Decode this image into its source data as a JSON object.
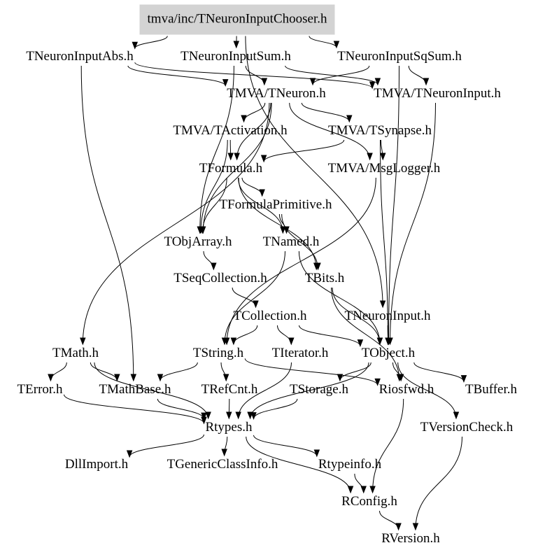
{
  "graph": {
    "title": "tmva/inc/TNeuronInputChooser.h",
    "root_color": "#d3d3d3",
    "nodes": [
      {
        "id": "root",
        "label": "tmva/inc/TNeuronInputChooser.h",
        "highlight": true
      },
      {
        "id": "abs",
        "label": "TNeuronInputAbs.h"
      },
      {
        "id": "sum",
        "label": "TNeuronInputSum.h"
      },
      {
        "id": "sqsum",
        "label": "TNeuronInputSqSum.h"
      },
      {
        "id": "tneuron",
        "label": "TMVA/TNeuron.h"
      },
      {
        "id": "tneuroninput_tmva",
        "label": "TMVA/TNeuronInput.h"
      },
      {
        "id": "tactivation",
        "label": "TMVA/TActivation.h"
      },
      {
        "id": "tsynapse",
        "label": "TMVA/TSynapse.h"
      },
      {
        "id": "tformula",
        "label": "TFormula.h"
      },
      {
        "id": "msglogger",
        "label": "TMVA/MsgLogger.h"
      },
      {
        "id": "tformulaprim",
        "label": "TFormulaPrimitive.h"
      },
      {
        "id": "tobjarray",
        "label": "TObjArray.h"
      },
      {
        "id": "tnamed",
        "label": "TNamed.h"
      },
      {
        "id": "tseqcoll",
        "label": "TSeqCollection.h"
      },
      {
        "id": "tbits",
        "label": "TBits.h"
      },
      {
        "id": "tcollection",
        "label": "TCollection.h"
      },
      {
        "id": "tneuroninput",
        "label": "TNeuronInput.h"
      },
      {
        "id": "tmath",
        "label": "TMath.h"
      },
      {
        "id": "tstring",
        "label": "TString.h"
      },
      {
        "id": "titerator",
        "label": "TIterator.h"
      },
      {
        "id": "tobject",
        "label": "TObject.h"
      },
      {
        "id": "terror",
        "label": "TError.h"
      },
      {
        "id": "tmathbase",
        "label": "TMathBase.h"
      },
      {
        "id": "trefcnt",
        "label": "TRefCnt.h"
      },
      {
        "id": "tstorage",
        "label": "TStorage.h"
      },
      {
        "id": "riosfwd",
        "label": "Riosfwd.h"
      },
      {
        "id": "tbuffer",
        "label": "TBuffer.h"
      },
      {
        "id": "tversioncheck",
        "label": "TVersionCheck.h"
      },
      {
        "id": "rtypes",
        "label": "Rtypes.h"
      },
      {
        "id": "dllimport",
        "label": "DllImport.h"
      },
      {
        "id": "tgenericclassinfo",
        "label": "TGenericClassInfo.h"
      },
      {
        "id": "rtypeinfo",
        "label": "Rtypeinfo.h"
      },
      {
        "id": "rconfig",
        "label": "RConfig.h"
      },
      {
        "id": "rversion",
        "label": "RVersion.h"
      }
    ],
    "edges": [
      [
        "root",
        "abs"
      ],
      [
        "root",
        "sum"
      ],
      [
        "root",
        "sqsum"
      ],
      [
        "root",
        "tneuroninput"
      ],
      [
        "abs",
        "tneuron"
      ],
      [
        "abs",
        "tneuroninput_tmva"
      ],
      [
        "abs",
        "tmathbase"
      ],
      [
        "sum",
        "tneuron"
      ],
      [
        "sum",
        "tneuroninput_tmva"
      ],
      [
        "sum",
        "tobjarray"
      ],
      [
        "sqsum",
        "tneuron"
      ],
      [
        "sqsum",
        "tneuroninput_tmva"
      ],
      [
        "sqsum",
        "tobject"
      ],
      [
        "tneuron",
        "tactivation"
      ],
      [
        "tneuron",
        "tsynapse"
      ],
      [
        "tneuron",
        "tformula"
      ],
      [
        "tneuron",
        "msglogger"
      ],
      [
        "tneuron",
        "tobjarray"
      ],
      [
        "tneuron",
        "tmath"
      ],
      [
        "tneuroninput_tmva",
        "tobject"
      ],
      [
        "tactivation",
        "tformula"
      ],
      [
        "tactivation",
        "tobjarray"
      ],
      [
        "tsynapse",
        "tformula"
      ],
      [
        "tsynapse",
        "msglogger"
      ],
      [
        "tsynapse",
        "tobject"
      ],
      [
        "tformula",
        "tformulaprim"
      ],
      [
        "tformula",
        "tobjarray"
      ],
      [
        "tformula",
        "tbits"
      ],
      [
        "tformula",
        "tnamed"
      ],
      [
        "tformulaprim",
        "tnamed"
      ],
      [
        "tformulaprim",
        "tbits"
      ],
      [
        "msglogger",
        "tstring"
      ],
      [
        "tobjarray",
        "tseqcoll"
      ],
      [
        "tnamed",
        "tobject"
      ],
      [
        "tnamed",
        "tstring"
      ],
      [
        "tseqcoll",
        "tcollection"
      ],
      [
        "tbits",
        "tobject"
      ],
      [
        "tbits",
        "riosfwd"
      ],
      [
        "tcollection",
        "tstring"
      ],
      [
        "tcollection",
        "titerator"
      ],
      [
        "tcollection",
        "tobject"
      ],
      [
        "tneuroninput",
        "tobject"
      ],
      [
        "tmath",
        "terror"
      ],
      [
        "tmath",
        "tmathbase"
      ],
      [
        "tmath",
        "rtypes"
      ],
      [
        "tstring",
        "tmathbase"
      ],
      [
        "tstring",
        "trefcnt"
      ],
      [
        "tstring",
        "riosfwd"
      ],
      [
        "titerator",
        "rtypes"
      ],
      [
        "tobject",
        "riosfwd"
      ],
      [
        "tobject",
        "tbuffer"
      ],
      [
        "tobject",
        "tstorage"
      ],
      [
        "tobject",
        "rtypes"
      ],
      [
        "tobject",
        "tversioncheck"
      ],
      [
        "terror",
        "rtypes"
      ],
      [
        "tmathbase",
        "rtypes"
      ],
      [
        "trefcnt",
        "rtypes"
      ],
      [
        "tstorage",
        "rtypes"
      ],
      [
        "riosfwd",
        "rconfig"
      ],
      [
        "tversioncheck",
        "rversion"
      ],
      [
        "rtypes",
        "dllimport"
      ],
      [
        "rtypes",
        "tgenericclassinfo"
      ],
      [
        "rtypes",
        "rtypeinfo"
      ],
      [
        "rtypes",
        "rconfig"
      ],
      [
        "rtypeinfo",
        "rconfig"
      ],
      [
        "rconfig",
        "rversion"
      ]
    ]
  }
}
